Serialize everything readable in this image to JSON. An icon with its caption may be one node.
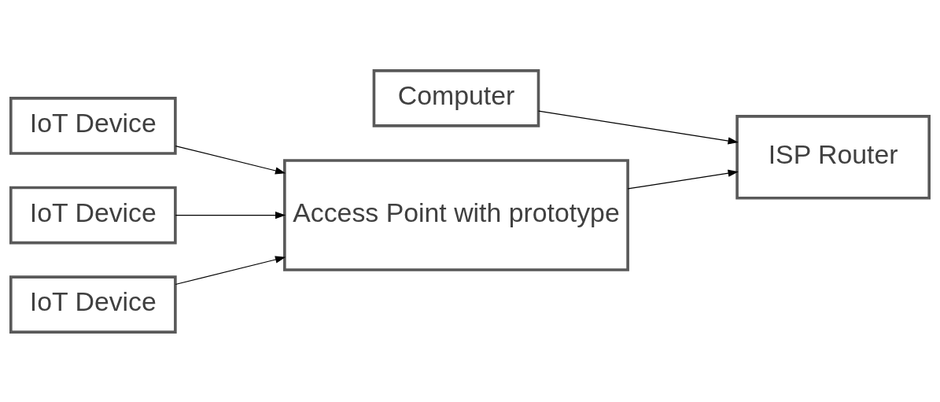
{
  "diagram": {
    "nodes": [
      {
        "text": [
          "Computer"
        ]
      },
      {
        "text": [
          "ISP Router"
        ]
      },
      {
        "text": [
          "IoT Device"
        ]
      },
      {
        "text": [
          "IoT Device"
        ]
      },
      {
        "text": [
          "IoT Device"
        ]
      },
      {
        "text": [
          "Access Point with prototype"
        ]
      }
    ],
    "edges": [
      {
        "from": 0,
        "to": 1,
        "arrow": "to"
      },
      {
        "from": 2,
        "to": 5,
        "arrow": "to"
      },
      {
        "from": 3,
        "to": 5,
        "arrow": "to"
      },
      {
        "from": 4,
        "to": 5,
        "arrow": "to"
      },
      {
        "from": 5,
        "to": 1,
        "arrow": "to"
      }
    ]
  }
}
